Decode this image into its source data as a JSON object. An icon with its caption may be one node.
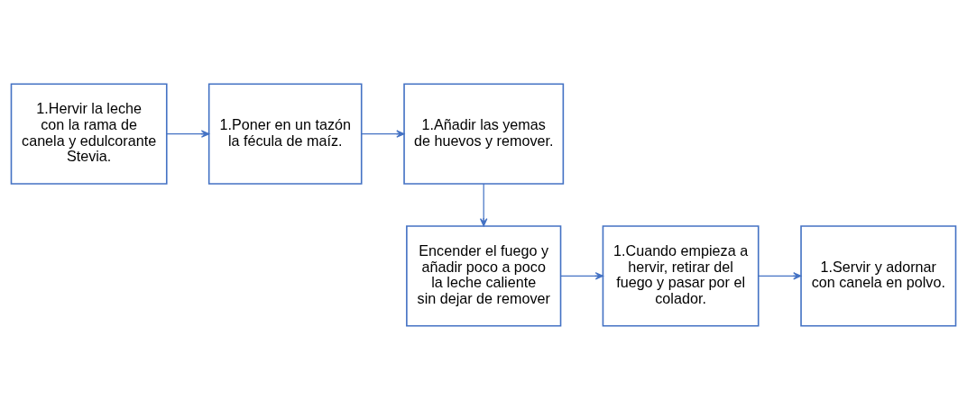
{
  "diagram": {
    "nodes": [
      {
        "text": [
          "1.Hervir la leche con la rama de canela y edulcorante Stevia."
        ]
      },
      {
        "text": [
          "1.Poner en un tazón la fécula de maíz."
        ]
      },
      {
        "text": [
          "1.Añadir las yemas de huevos y remover."
        ]
      },
      {
        "text": [
          "Encender el fuego y añadir poco a poco la leche caliente sin dejar de remover"
        ]
      },
      {
        "text": [
          "1.Cuando empieza a hervir, retirar del fuego y pasar por el colador."
        ]
      },
      {
        "text": [
          "1.Servir y adornar con canela en polvo."
        ]
      }
    ],
    "edges": [
      {
        "from": 0,
        "to": 1,
        "arrow": "to"
      },
      {
        "from": 1,
        "to": 2,
        "arrow": "to"
      },
      {
        "from": 2,
        "to": 3,
        "arrow": "to"
      },
      {
        "from": 3,
        "to": 4,
        "arrow": "to"
      },
      {
        "from": 4,
        "to": 5,
        "arrow": "to"
      }
    ]
  }
}
